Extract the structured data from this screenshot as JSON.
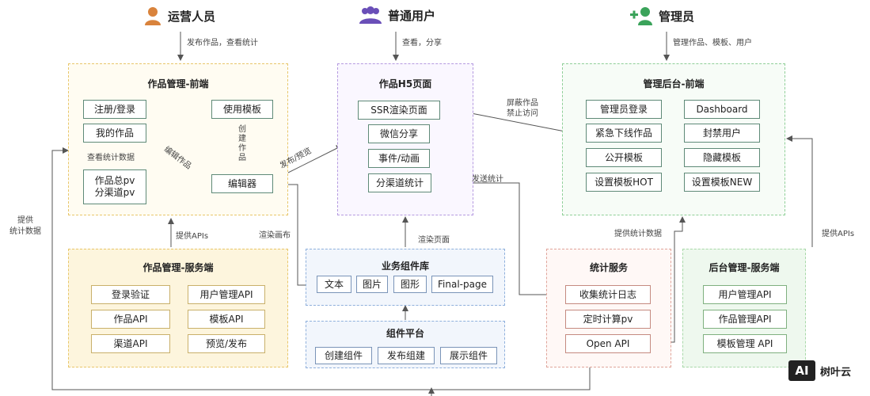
{
  "actors": {
    "operator": {
      "label": "运营人员",
      "note": "发布作品，查看统计",
      "color": "#d9833c"
    },
    "user": {
      "label": "普通用户",
      "note": "查看，分享",
      "color": "#6a4fb8"
    },
    "admin": {
      "label": "管理员",
      "note": "管理作品、模板、用户",
      "color": "#3aa35a"
    }
  },
  "panels": {
    "works_frontend": {
      "title": "作品管理-前端",
      "items": {
        "register": "注册/登录",
        "my_works": "我的作品",
        "use_template": "使用模板",
        "stats": "作品总pv\n分渠道pv",
        "editor": "编辑器"
      },
      "labels": {
        "view_stats": "查看统计数据",
        "create_works": "创建作品",
        "edit_works": "编辑作品"
      }
    },
    "h5_page": {
      "title": "作品H5页面",
      "items": [
        "SSR渲染页面",
        "微信分享",
        "事件/动画",
        "分渠道统计"
      ]
    },
    "admin_frontend": {
      "title": "管理后台-前端",
      "items": [
        "管理员登录",
        "Dashboard",
        "紧急下线作品",
        "封禁用户",
        "公开模板",
        "隐藏模板",
        "设置模板HOT",
        "设置模板NEW"
      ]
    },
    "works_server": {
      "title": "作品管理-服务端",
      "items": [
        "登录验证",
        "用户管理API",
        "作品API",
        "模板API",
        "渠道API",
        "预览/发布"
      ]
    },
    "biz_components": {
      "title": "业务组件库",
      "items": [
        "文本",
        "图片",
        "图形",
        "Final-page"
      ]
    },
    "component_platform": {
      "title": "组件平台",
      "items": [
        "创建组件",
        "发布组建",
        "展示组件"
      ]
    },
    "stats_service": {
      "title": "统计服务",
      "items": [
        "收集统计日志",
        "定时计算pv",
        "Open API"
      ]
    },
    "admin_server": {
      "title": "后台管理-服务端",
      "items": [
        "用户管理API",
        "作品管理API",
        "模板管理 API"
      ]
    }
  },
  "edge_labels": {
    "publish_preview": "发布/预览",
    "block_works": "屏蔽作品\n禁止访问",
    "send_stats": "发送统计",
    "provide_apis_left": "提供APIs",
    "render_canvas": "渲染画布",
    "render_page": "渲染页面",
    "provide_stats_data": "提供统计数据",
    "provide_apis_right": "提供APIs",
    "provide_stats_left": "提供\n统计数据"
  },
  "brand": {
    "logo": "AI",
    "name": "树叶云"
  },
  "colors": {
    "yellow_border": "#e8c66a",
    "yellow_bg": "#fffcf2",
    "yellow_server_bg": "#fdf5dd",
    "purple_border": "#b59ae0",
    "purple_bg": "#faf7ff",
    "green_border": "#8fcf98",
    "green_bg": "#f7fcf7",
    "blue_border": "#8fb0dc",
    "blue_bg": "#f2f6fc",
    "red_border": "#e0a49a",
    "red_bg": "#fff8f6",
    "server_green_border": "#a8d8a8",
    "server_green_bg": "#eef8ee"
  }
}
